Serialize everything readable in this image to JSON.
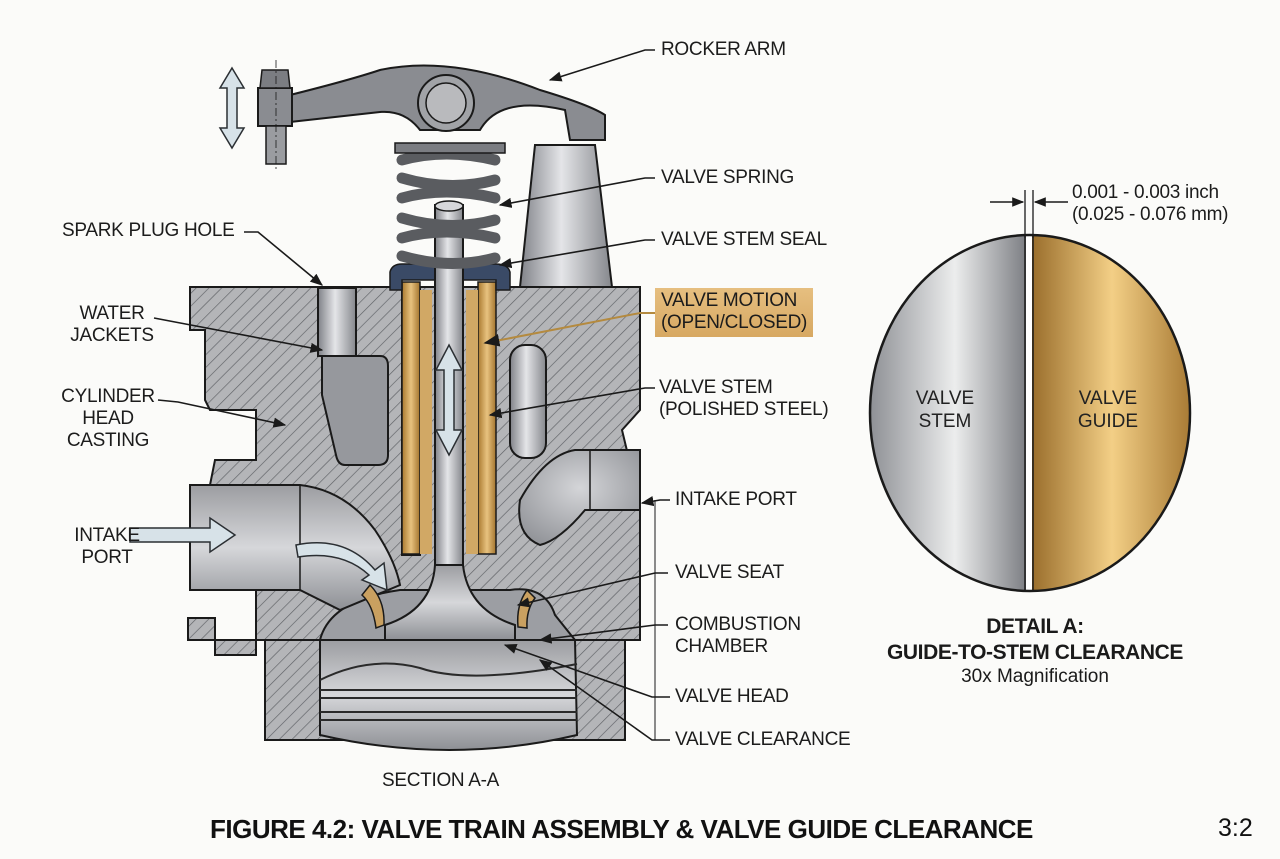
{
  "figure": {
    "title": "FIGURE 4.2: VALVE TRAIN ASSEMBLY & VALVE GUIDE CLEARANCE",
    "scale_ratio": "3:2",
    "section_label": "SECTION A-A"
  },
  "colors": {
    "background": "#fbfbf9",
    "steel": "#a9aaad",
    "brass_guide": "#c99a55",
    "highlight_box": "#deb573",
    "seal_blue": "#3a4a66",
    "line": "#1a1a1a"
  },
  "callouts": {
    "rocker_arm": "ROCKER ARM",
    "valve_spring": "VALVE SPRING",
    "valve_stem_seal": "VALVE STEM SEAL",
    "valve_motion_l1": "VALVE MOTION",
    "valve_motion_l2": "(OPEN/CLOSED)",
    "valve_stem_l1": "VALVE STEM",
    "valve_stem_l2": "(POLISHED STEEL)",
    "intake_port_right": "INTAKE PORT",
    "valve_seat": "VALVE SEAT",
    "combustion_l1": "COMBUSTION",
    "combustion_l2": "CHAMBER",
    "valve_head": "VALVE HEAD",
    "valve_clearance": "VALVE CLEARANCE",
    "spark_plug_hole": "SPARK PLUG HOLE",
    "water_l1": "WATER",
    "water_l2": "JACKETS",
    "cyl_l1": "CYLINDER",
    "cyl_l2": "HEAD",
    "cyl_l3": "CASTING",
    "intake_l1": "INTAKE",
    "intake_l2": "PORT"
  },
  "detail": {
    "heading_l1": "DETAIL A:",
    "heading_l2": "GUIDE-TO-STEM CLEARANCE",
    "magnification": "30x Magnification",
    "clearance_inch": "0.001 - 0.003 inch",
    "clearance_mm": "(0.025 - 0.076 mm)",
    "stem_l1": "VALVE",
    "stem_l2": "STEM",
    "guide_l1": "VALVE",
    "guide_l2": "GUIDE"
  }
}
